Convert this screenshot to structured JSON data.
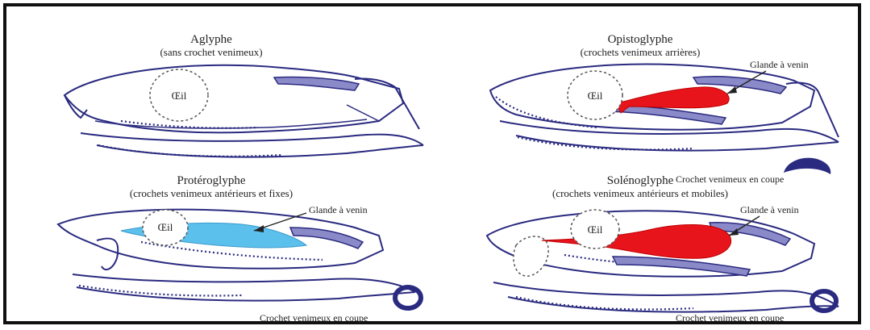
{
  "panels": {
    "aglyphe": {
      "title": "Aglyphe",
      "subtitle": "(sans crochet venimeux)",
      "eye": "Œil"
    },
    "opistoglyphe": {
      "title": "Opistoglyphe",
      "subtitle": "(crochets venimeux arrières)",
      "eye": "Œil",
      "gland_label": "Glande à venin",
      "fang_label": "Crochet venimeux en coupe"
    },
    "proteroglyphe": {
      "title": "Protéroglyphe",
      "subtitle": "(crochets venimeux antérieurs et fixes)",
      "eye": "Œil",
      "gland_label": "Glande à venin",
      "fang_label": "Crochet venimeux en coupe"
    },
    "solenoglyphe": {
      "title": "Solénoglyphe",
      "subtitle": "(crochets venimeux antérieurs et mobiles)",
      "eye": "Œil",
      "gland_label": "Glande à venin",
      "fang_label": "Crochet venimeux en coupe"
    }
  },
  "colors": {
    "outline": "#2a2a80",
    "gland_red": "#e8141c",
    "gland_blue": "#5cc0ec"
  }
}
